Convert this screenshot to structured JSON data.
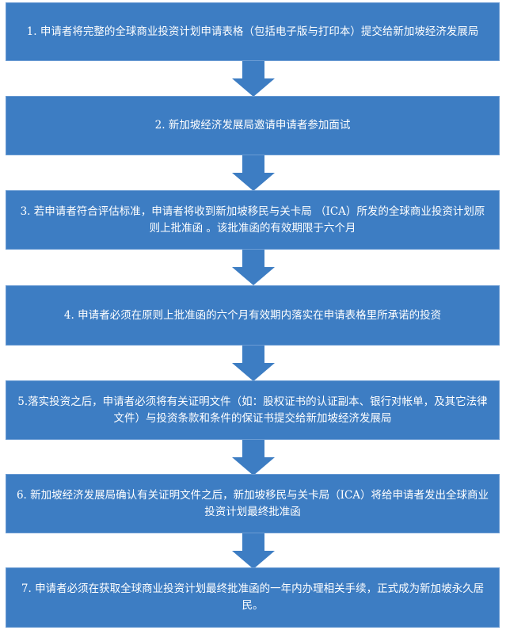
{
  "colors": {
    "box": "#3d7dc3",
    "text": "#ffffff",
    "arrow": "#3d7dc3"
  },
  "steps": [
    "1. 申请者将完整的全球商业投资计划申请表格（包括电子版与打印本）提交给新加坡经济发展局",
    "2. 新加坡经济发展局邀请申请者参加面试",
    "3. 若申请者符合评估标准，申请者将收到新加坡移民与关卡局 （ICA）所发的全球商业投资计划原则上批准函 。该批准函的有效期限于六个月",
    "4. 申请者必须在原则上批准函的六个月有效期内落实在申请表格里所承诺的投资",
    "5.落实投资之后，申请者必须将有关证明文件（如：股权证书的认证副本、银行对帐单，及其它法律文件）与投资条款和条件的保证书提交给新加坡经济发展局",
    "6. 新加坡经济发展局确认有关证明文件之后，新加坡移民与关卡局（ICA）将给申请者发出全球商业投资计划最终批准函",
    "7. 申请者必须在获取全球商业投资计划最终批准函的一年内办理相关手续，正式成为新加坡永久居民。"
  ]
}
